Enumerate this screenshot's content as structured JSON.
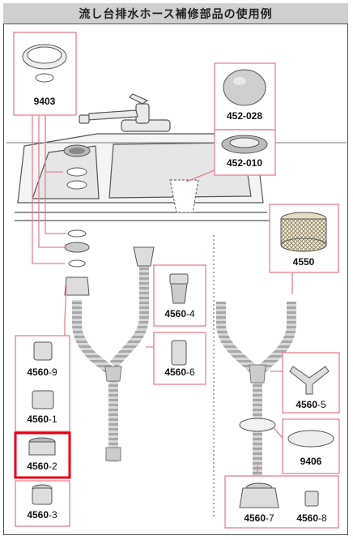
{
  "title": "流し台排水ホース補修部品の使用例",
  "parts": [
    {
      "id": "p9403",
      "label": "9403"
    },
    {
      "id": "p452028",
      "label": "452-028"
    },
    {
      "id": "p452010",
      "label": "452-010"
    },
    {
      "id": "p4550",
      "label": "4550"
    },
    {
      "id": "p4560_4",
      "main": "4560",
      "suffix": "-4"
    },
    {
      "id": "p4560_6",
      "main": "4560",
      "suffix": "-6"
    },
    {
      "id": "p4560_9",
      "main": "4560",
      "suffix": "-9"
    },
    {
      "id": "p4560_1",
      "main": "4560",
      "suffix": "-1"
    },
    {
      "id": "p4560_2",
      "main": "4560",
      "suffix": "-2"
    },
    {
      "id": "p4560_3",
      "main": "4560",
      "suffix": "-3"
    },
    {
      "id": "p4560_5",
      "main": "4560",
      "suffix": "-5"
    },
    {
      "id": "p9406",
      "label": "9406"
    },
    {
      "id": "p4560_7",
      "main": "4560",
      "suffix": "-7"
    },
    {
      "id": "p4560_8",
      "main": "4560",
      "suffix": "-8"
    }
  ],
  "colors": {
    "leader": "#e8838f",
    "box": "#e8838f",
    "highlight": "#e60012",
    "title_bg": "#cfcfcf"
  }
}
